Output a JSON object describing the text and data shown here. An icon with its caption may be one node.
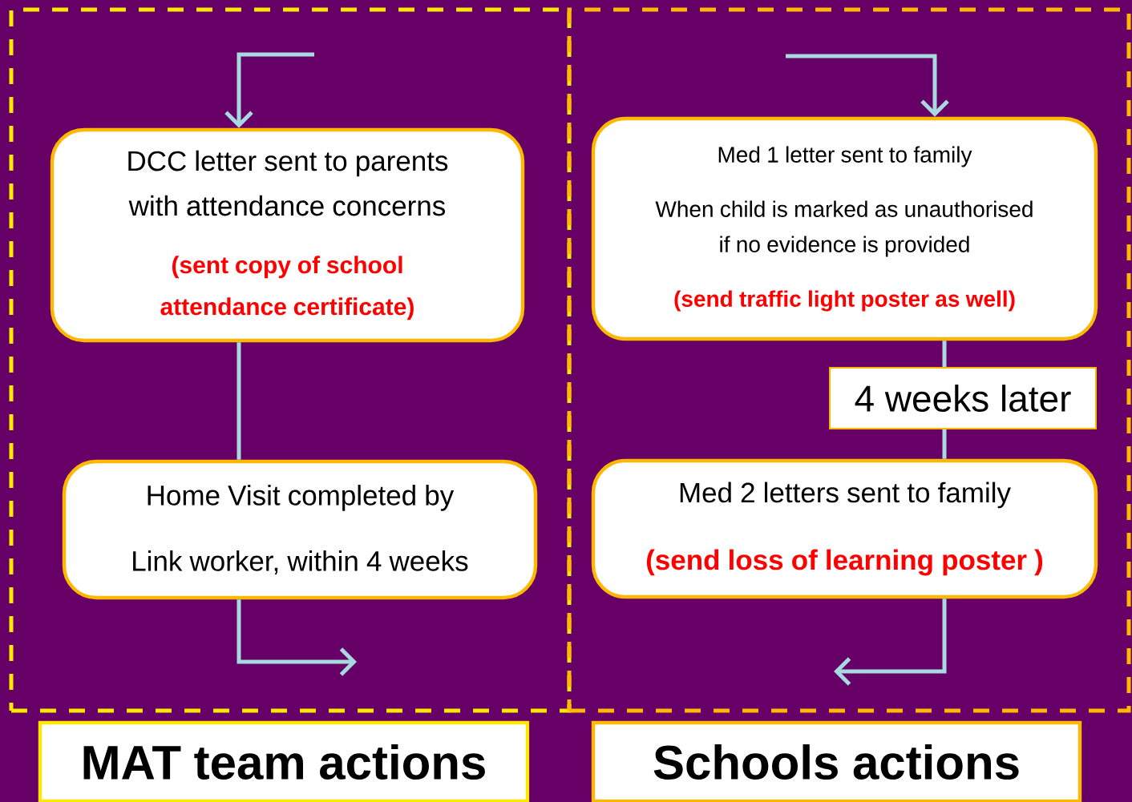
{
  "diagram": {
    "nodes": [
      {
        "text": [],
        "shape": "box"
      },
      {
        "text": [
          "DCC letter sent to parents with attendance concerns",
          "(sent copy of school attendance certificate)"
        ],
        "in": 0
      },
      {
        "text": [
          "Home Visit completed by Link worker, within 4 weeks"
        ],
        "in": 0
      },
      {
        "text": [],
        "shape": "box"
      },
      {
        "text": [
          "Med 1 letter sent to family",
          "When child is marked as unauthorised if no evidence is provided",
          "(send traffic light poster as well)"
        ],
        "in": 3
      },
      {
        "text": [
          "Med 2 letters sent to family",
          "(send loss of learning poster )"
        ],
        "in": 3
      },
      {
        "text": [
          "MAT team actions"
        ]
      },
      {
        "text": [
          "Schools actions"
        ]
      }
    ],
    "edges": [
      {
        "from": null,
        "to": 1,
        "arrow": "to"
      },
      {
        "from": 1,
        "to": 2,
        "arrow": "none"
      },
      {
        "from": 2,
        "to": null,
        "arrow": "to"
      },
      {
        "from": null,
        "to": 4,
        "arrow": "to"
      },
      {
        "from": 4,
        "to": 5,
        "arrow": "none",
        "label": "4 weeks later"
      },
      {
        "from": 5,
        "to": null,
        "arrow": "to"
      }
    ]
  }
}
